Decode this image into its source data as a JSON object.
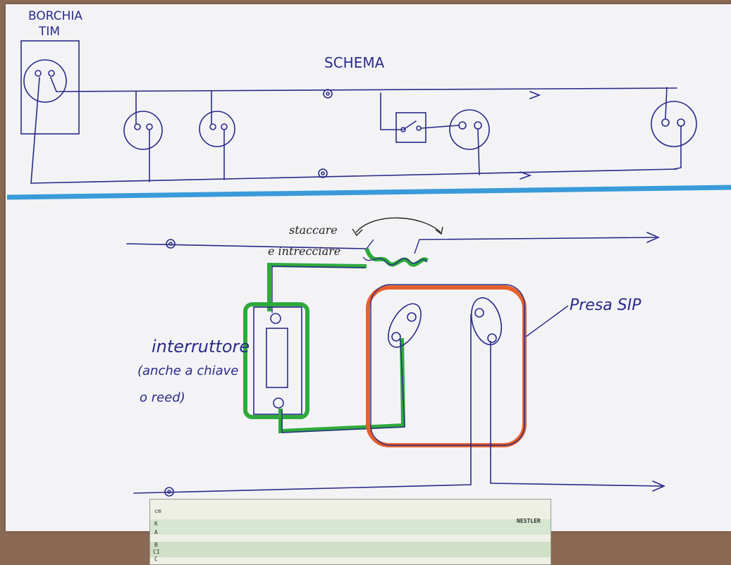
{
  "top_schematic": {
    "socket_label_line1": "BORCHIA",
    "socket_label_line2": "TIM",
    "title": "SCHEMA"
  },
  "bottom_schematic": {
    "note_line1": "staccare",
    "note_line2": "e intrecciare",
    "switch_label": "interruttore",
    "switch_note_line1": "(anche a chiave",
    "switch_note_line2": "o reed)",
    "socket_label": "Presa SIP"
  },
  "ruler": {
    "cm_label": "cm",
    "brand": "NESTLER",
    "scale_row_k": "K",
    "scale_row_a": "A",
    "scale_row_b": "B",
    "scale_row_ci": "CI",
    "scale_row_c": "C"
  },
  "colors": {
    "ink": "#2a2a8a",
    "divider": "#3a9ad9",
    "switch_highlight": "#2eaa3c",
    "socket_highlight": "#e8602a",
    "note_ink": "#222222"
  }
}
